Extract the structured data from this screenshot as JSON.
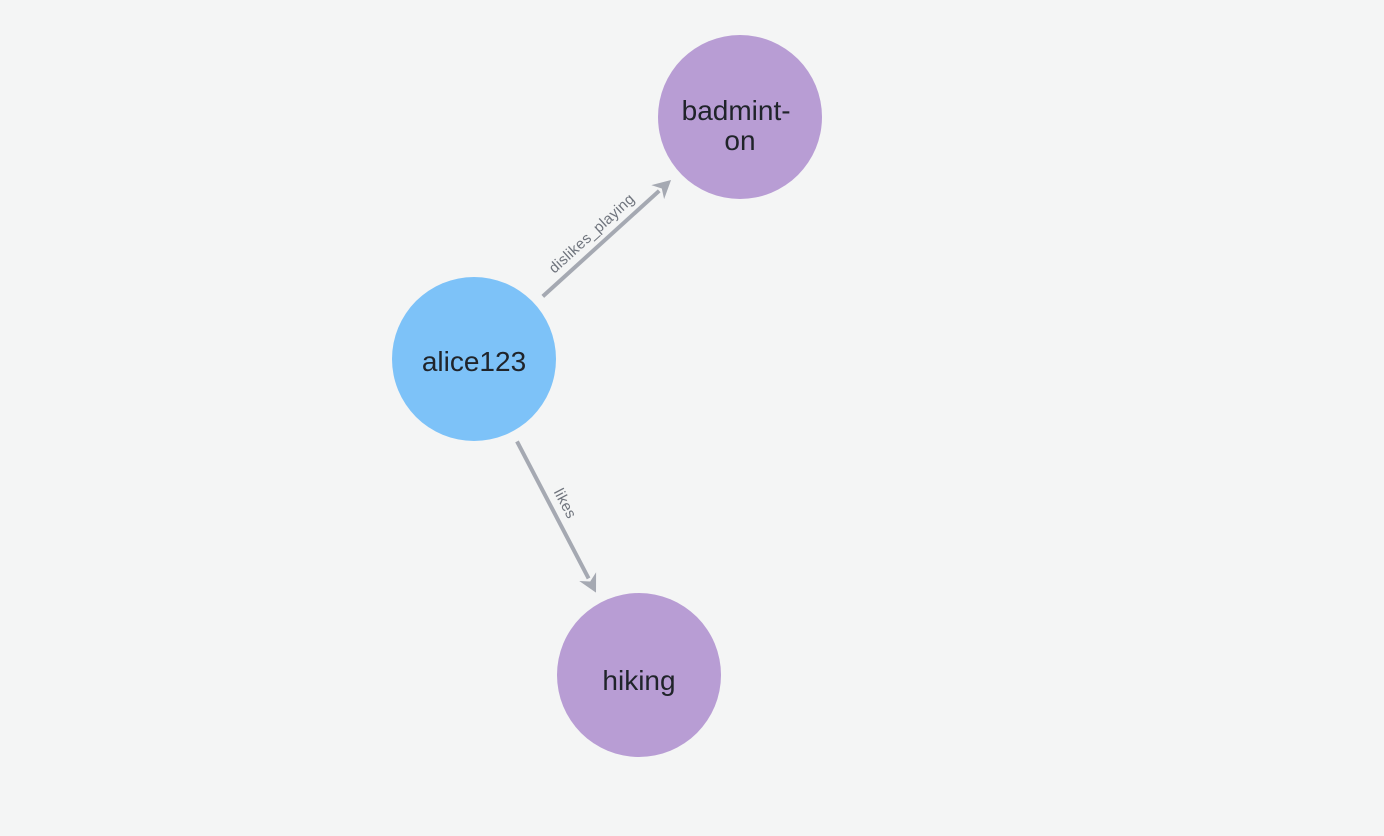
{
  "theme": {
    "background": "#f4f5f5",
    "edge_color": "#a5a9b2",
    "edge_label_color": "#6f747d",
    "node_label_color": "#20242a",
    "user_node_color": "#7dc2f8",
    "topic_node_color": "#b89dd4"
  },
  "graph": {
    "nodes": [
      {
        "id": "alice123",
        "label": "alice123",
        "color": "#7dc2f8"
      },
      {
        "id": "badminton",
        "label": "badminton",
        "display_lines": [
          "badmint-",
          "on"
        ],
        "color": "#b89dd4"
      },
      {
        "id": "hiking",
        "label": "hiking",
        "color": "#b89dd4"
      }
    ],
    "edges": [
      {
        "source": "alice123",
        "target": "badminton",
        "label": "dislikes_playing"
      },
      {
        "source": "alice123",
        "target": "hiking",
        "label": "likes"
      }
    ]
  }
}
